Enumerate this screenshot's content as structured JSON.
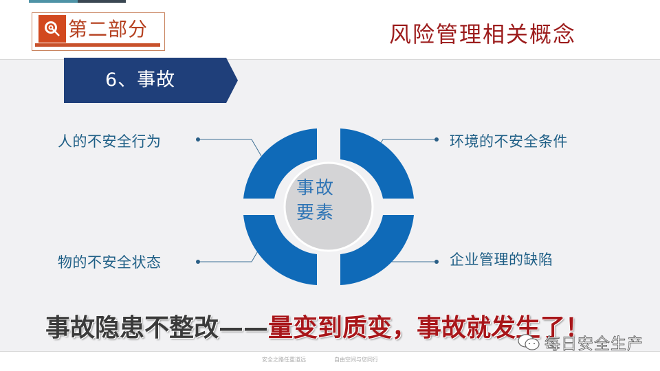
{
  "header": {
    "section_label": "第二部分",
    "page_title": "风险管理相关概念"
  },
  "banner": {
    "title": "6、事故"
  },
  "diagram": {
    "center_line1": "事故",
    "center_line2": "要素",
    "factors": [
      {
        "position": "top-left",
        "label": "人的不安全行为"
      },
      {
        "position": "top-right",
        "label": "环境的不安全条件"
      },
      {
        "position": "bottom-left",
        "label": "物的不安全状态"
      },
      {
        "position": "bottom-right",
        "label": "企业管理的缺陷"
      }
    ]
  },
  "slogan": {
    "part1": "事故隐患不整改——",
    "part2": "量变到质变，事故就发生了！"
  },
  "watermark": {
    "text": "每日安全生产"
  },
  "footer": {
    "left": "安全之路任重道远",
    "right": "自由空间与您同行"
  },
  "colors": {
    "brand_red": "#9c1c1c",
    "section_orange": "#d2491f",
    "banner_navy": "#1f3f7a",
    "segment_blue": "#0f6ab8",
    "center_gray": "#d4d4d6",
    "label_blue": "#1f5f86"
  }
}
